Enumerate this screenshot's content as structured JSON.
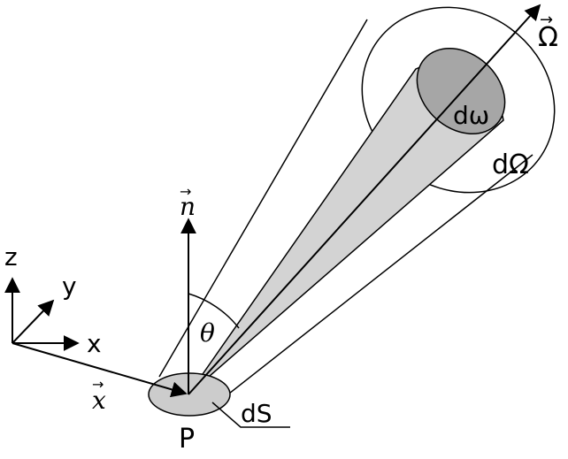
{
  "labels": {
    "big_omega_vector": "Ω",
    "d_omega_small": "dω",
    "d_omega_big": "dΩ",
    "normal_vector": "n",
    "theta": "θ",
    "axis_z": "z",
    "axis_y": "y",
    "axis_x": "x",
    "position_vector": "x",
    "surface_element": "dS",
    "point": "P"
  },
  "colors": {
    "stroke": "#000000",
    "inner_cone_fill": "#d3d3d3",
    "inner_disk_fill": "#a6a6a6",
    "patch_fill": "#cccccc",
    "background": "#ffffff"
  }
}
